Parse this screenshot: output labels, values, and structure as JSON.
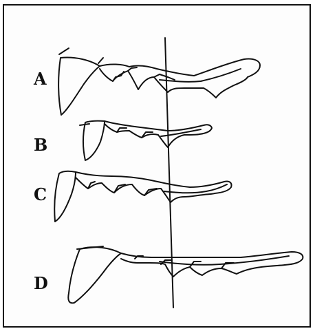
{
  "labels": {
    "a": "A",
    "b": "B",
    "c": "C",
    "d": "D"
  },
  "colors": {
    "ink": "#111111",
    "paper": "#fdfdfd"
  }
}
